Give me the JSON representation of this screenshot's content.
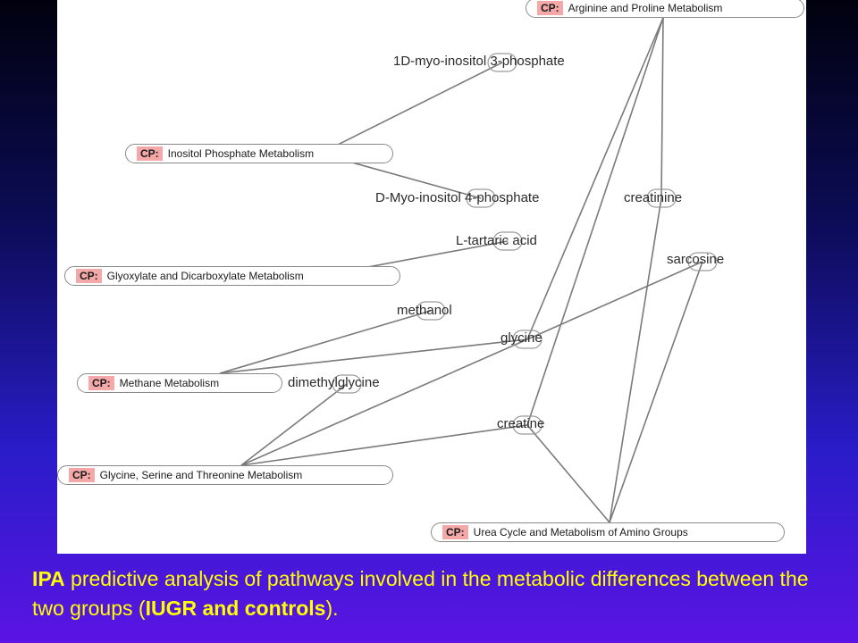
{
  "diagram": {
    "cp_tag": "CP:",
    "pathways": [
      {
        "id": "arginine",
        "label": "Arginine and Proline Metabolism"
      },
      {
        "id": "inositol",
        "label": "Inositol Phosphate Metabolism"
      },
      {
        "id": "glyoxylate",
        "label": "Glyoxylate and Dicarboxylate Metabolism"
      },
      {
        "id": "methane",
        "label": "Methane Metabolism"
      },
      {
        "id": "glycine_serine",
        "label": "Glycine, Serine and Threonine Metabolism"
      },
      {
        "id": "urea",
        "label": "Urea Cycle and Metabolism of Amino Groups"
      }
    ],
    "metabolites": [
      {
        "id": "myo_inositol_3p",
        "label": "1D-myo-inositol 3-phosphate"
      },
      {
        "id": "myo_inositol_4p",
        "label": "D-Myo-inositol 4-phosphate"
      },
      {
        "id": "creatinine",
        "label": "creatinine"
      },
      {
        "id": "l_tartaric",
        "label": "L-tartaric acid"
      },
      {
        "id": "sarcosine",
        "label": "sarcosine"
      },
      {
        "id": "methanol",
        "label": "methanol"
      },
      {
        "id": "glycine",
        "label": "glycine"
      },
      {
        "id": "dimethylglycine",
        "label": "dimethylglycine"
      },
      {
        "id": "creatine",
        "label": "creatine"
      }
    ],
    "edges": [
      [
        "inositol",
        "myo_inositol_3p"
      ],
      [
        "inositol",
        "myo_inositol_4p"
      ],
      [
        "glyoxylate",
        "l_tartaric"
      ],
      [
        "methane",
        "methanol"
      ],
      [
        "methane",
        "glycine"
      ],
      [
        "glycine_serine",
        "dimethylglycine"
      ],
      [
        "glycine_serine",
        "glycine"
      ],
      [
        "glycine_serine",
        "creatine"
      ],
      [
        "glycine",
        "sarcosine"
      ],
      [
        "arginine",
        "glycine"
      ],
      [
        "arginine",
        "creatine"
      ],
      [
        "arginine",
        "creatinine"
      ],
      [
        "creatinine",
        "urea"
      ],
      [
        "creatine",
        "urea"
      ],
      [
        "sarcosine",
        "urea"
      ]
    ]
  },
  "caption": {
    "part1": "IPA",
    "part2": " predictive analysis of pathways involved in the metabolic differences between the two groups (",
    "part3": "IUGR and controls",
    "part4": ")."
  }
}
